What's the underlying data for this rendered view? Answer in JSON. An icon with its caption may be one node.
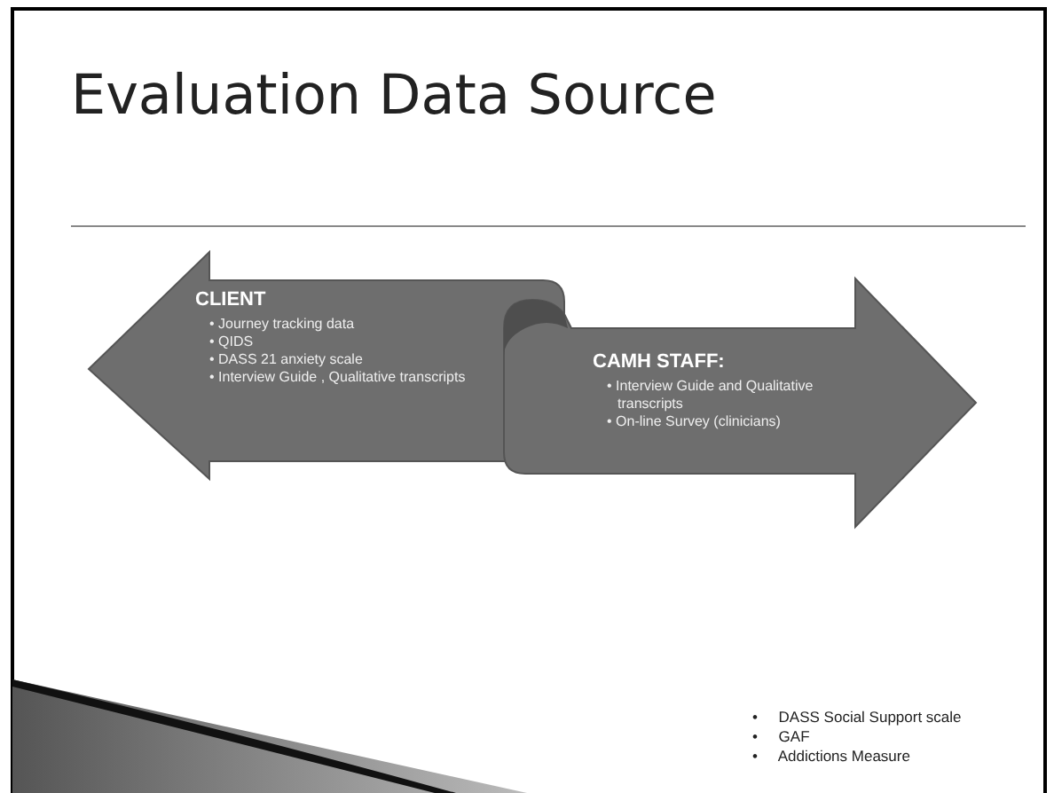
{
  "diagram": {
    "title": "Evaluation Data Source",
    "nodes": [
      {
        "text": [
          "CLIENT",
          "• Journey tracking data",
          "• QIDS",
          "• DASS 21 anxiety scale",
          "• Interview Guide , Qualitative transcripts"
        ]
      },
      {
        "text": [
          "CAMH STAFF:",
          "• Interview Guide and Qualitative transcripts",
          "• On-line Survey (clinicians)"
        ]
      }
    ],
    "edges": [],
    "labels": [
      "•     DASS Social Support scale",
      "•     GAF",
      "•     Addictions Measure"
    ]
  }
}
